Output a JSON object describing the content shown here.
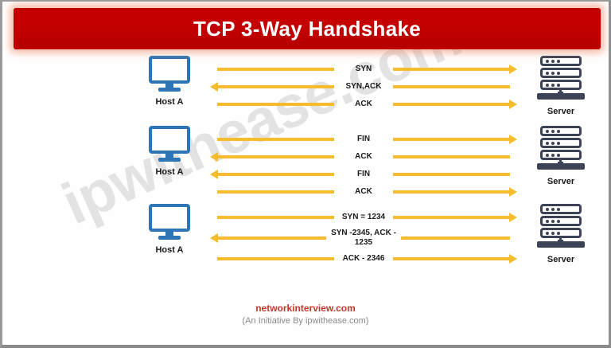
{
  "page": {
    "title": "TCP 3-Way Handshake",
    "colors": {
      "banner": "#c00000",
      "arrow": "#f5bc2c",
      "host_icon": "#2e75b6",
      "server_icon": "#3c4357",
      "brand": "#c0392b",
      "watermark": "#e3e3e3"
    },
    "watermark_text": "ipwithease.com"
  },
  "diagram": {
    "blocks": [
      {
        "id": "three-way-handshake",
        "left_node": {
          "label": "Host A",
          "icon": "monitor-icon"
        },
        "right_node": {
          "label": "Server",
          "icon": "server-icon"
        },
        "messages": [
          {
            "label": "SYN",
            "direction": "right"
          },
          {
            "label": "SYN,ACK",
            "direction": "left"
          },
          {
            "label": "ACK",
            "direction": "right"
          }
        ]
      },
      {
        "id": "connection-termination",
        "left_node": {
          "label": "Host A",
          "icon": "monitor-icon"
        },
        "right_node": {
          "label": "Server",
          "icon": "server-icon"
        },
        "messages": [
          {
            "label": "FIN",
            "direction": "right"
          },
          {
            "label": "ACK",
            "direction": "left"
          },
          {
            "label": "FIN",
            "direction": "left"
          },
          {
            "label": "ACK",
            "direction": "right"
          }
        ]
      },
      {
        "id": "sequence-numbers",
        "left_node": {
          "label": "Host A",
          "icon": "monitor-icon"
        },
        "right_node": {
          "label": "Server",
          "icon": "server-icon"
        },
        "messages": [
          {
            "label": "SYN = 1234",
            "direction": "right"
          },
          {
            "label": "SYN -2345, ACK -\n1235",
            "direction": "left"
          },
          {
            "label": "ACK - 2346",
            "direction": "right"
          }
        ]
      }
    ]
  },
  "footer": {
    "brand": "networkinterview.com",
    "subtitle": "(An Initiative By ipwithease.com)"
  }
}
